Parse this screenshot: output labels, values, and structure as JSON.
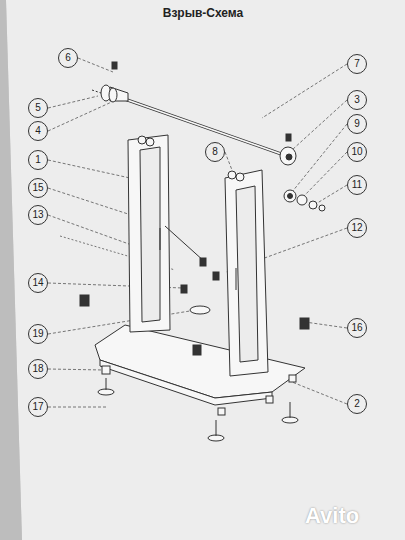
{
  "diagram": {
    "title": "Взрыв-Схема",
    "nodes": [
      {
        "text": [
          "6"
        ]
      },
      {
        "text": [
          "7"
        ]
      },
      {
        "text": [
          "5"
        ]
      },
      {
        "text": [
          "4"
        ]
      },
      {
        "text": [
          "3"
        ]
      },
      {
        "text": [
          "9"
        ]
      },
      {
        "text": [
          "8"
        ]
      },
      {
        "text": [
          "10"
        ]
      },
      {
        "text": [
          "1"
        ]
      },
      {
        "text": [
          "11"
        ]
      },
      {
        "text": [
          "15"
        ]
      },
      {
        "text": [
          "12"
        ]
      },
      {
        "text": [
          "13"
        ]
      },
      {
        "text": [
          "14"
        ]
      },
      {
        "text": [
          "16"
        ]
      },
      {
        "text": [
          "19"
        ]
      },
      {
        "text": [
          "18"
        ]
      },
      {
        "text": [
          "17"
        ]
      },
      {
        "text": [
          "2"
        ]
      }
    ],
    "labels": [
      "Avito"
    ]
  }
}
